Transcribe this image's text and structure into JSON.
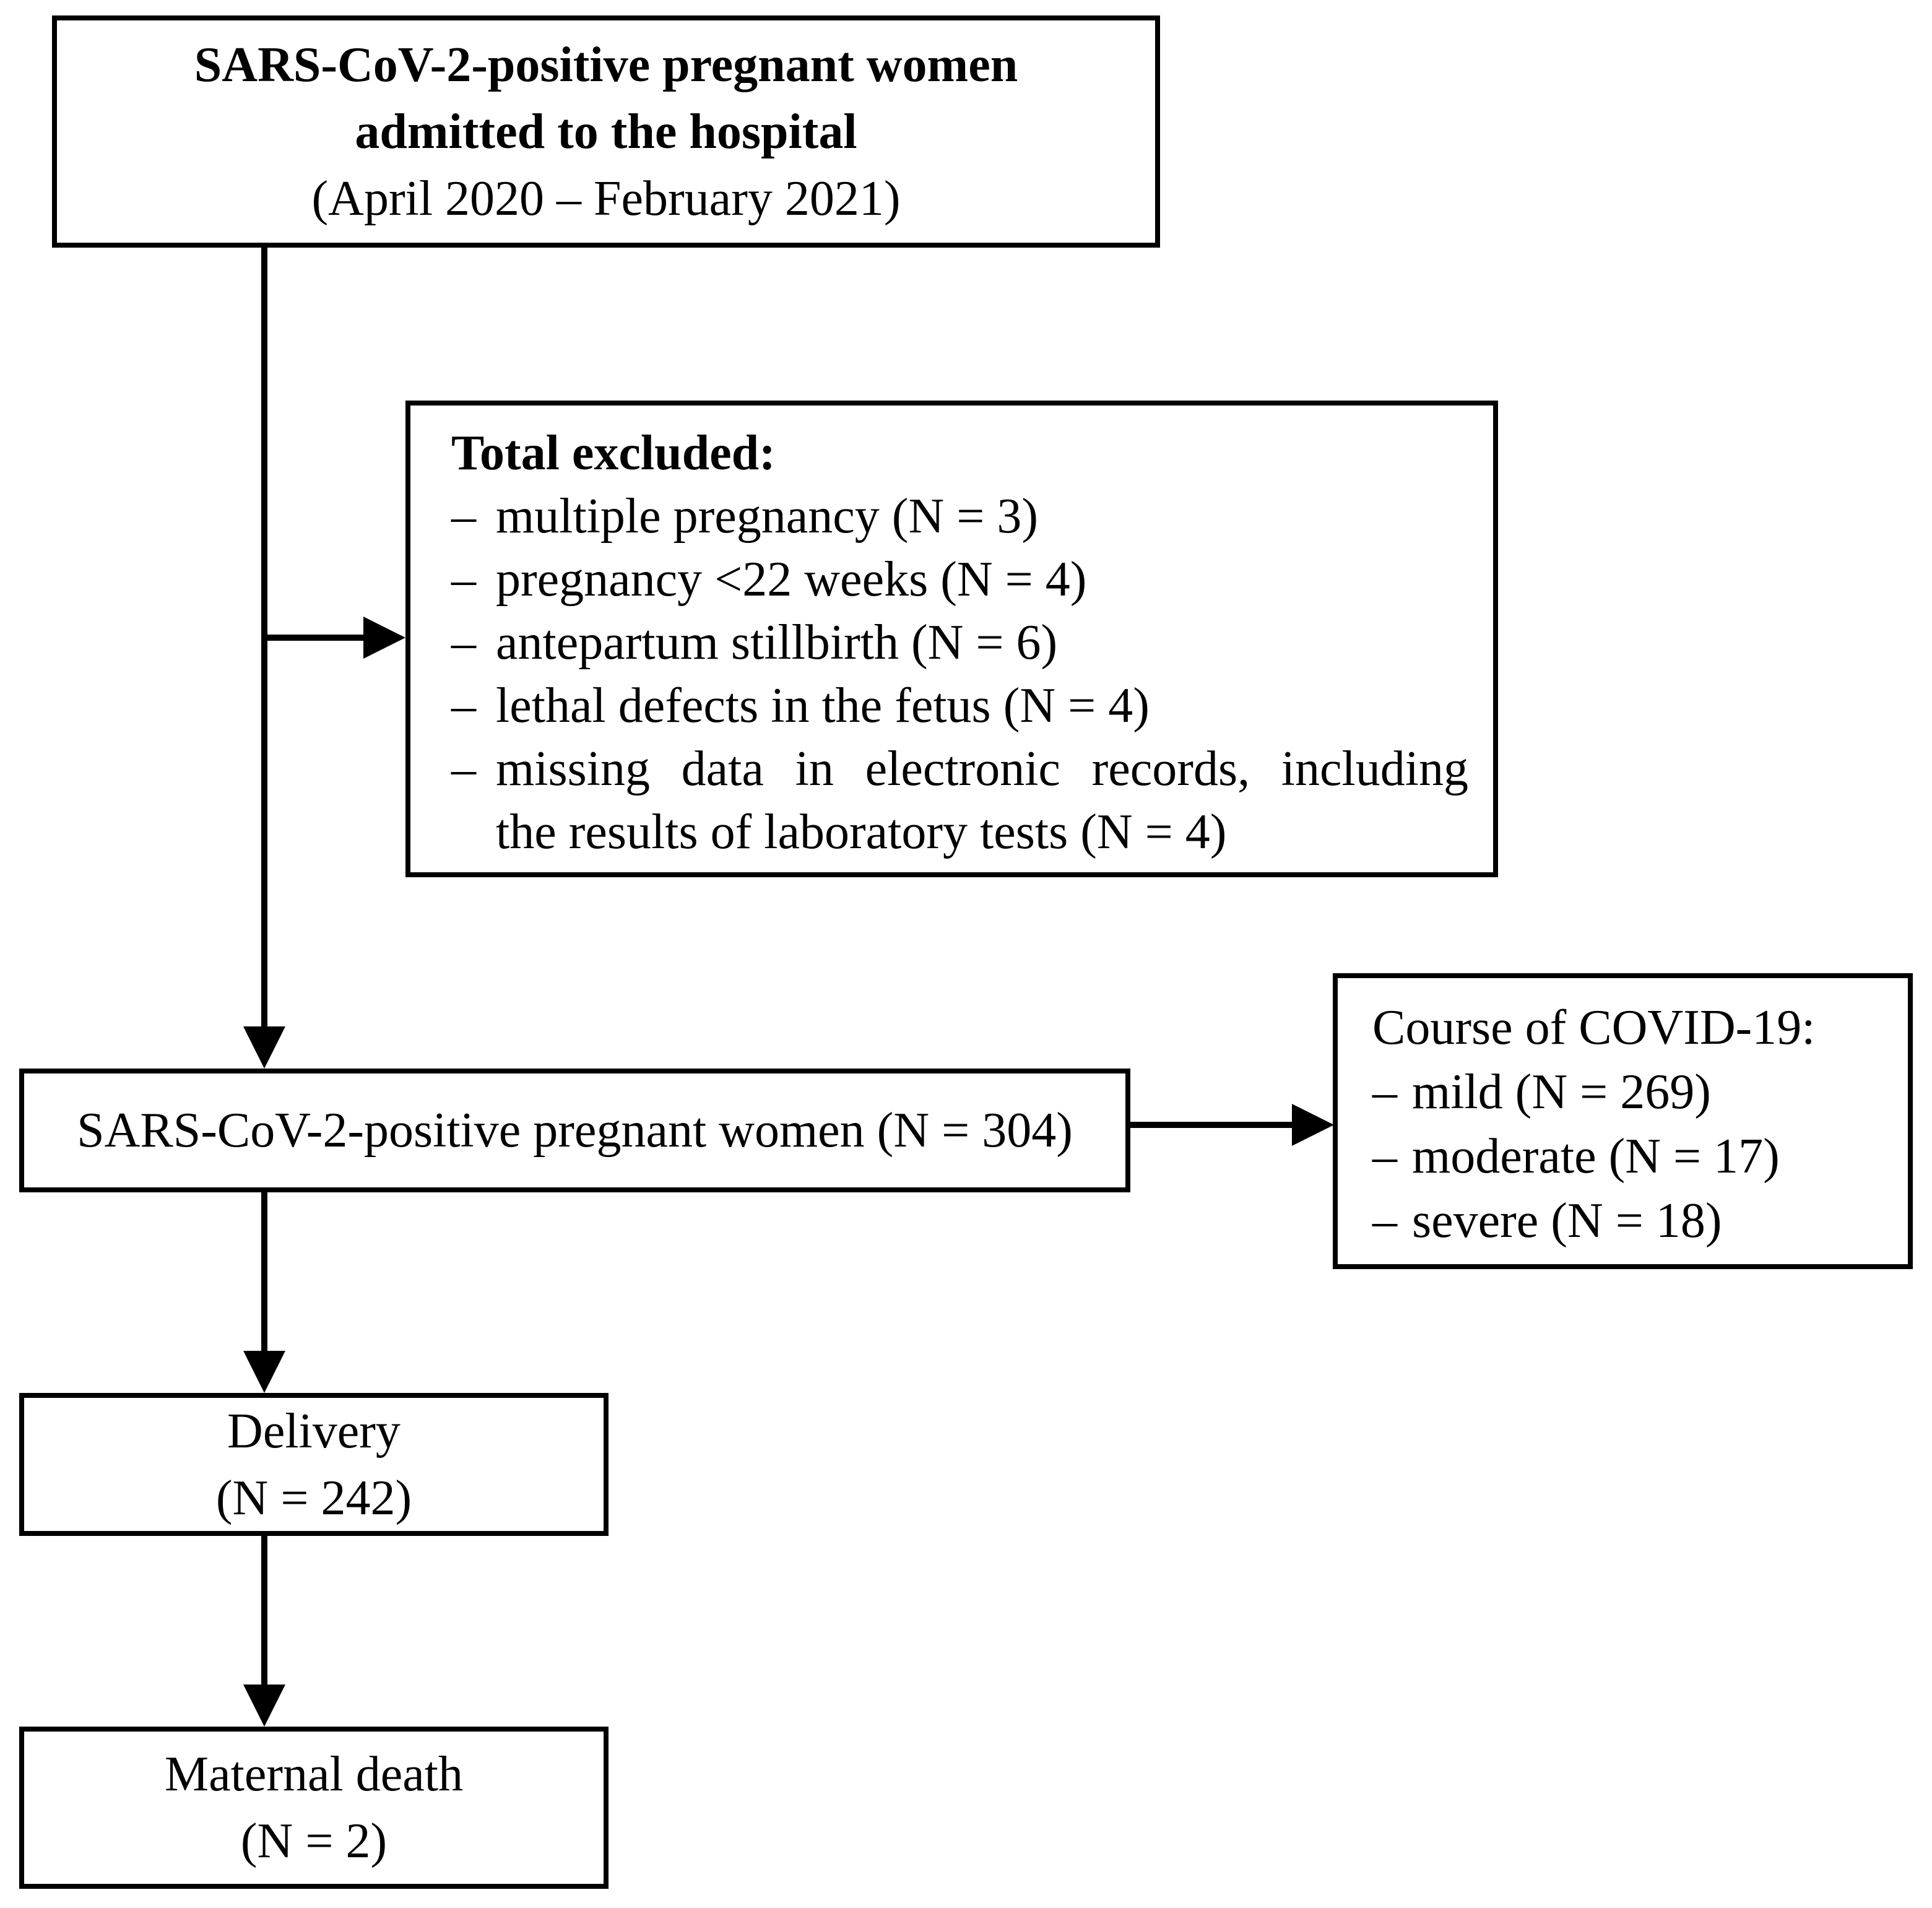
{
  "diagram": {
    "top_box": {
      "line1": "SARS-CoV-2-positive pregnant women",
      "line2": "admitted to the hospital",
      "line3": "(April 2020 – February 2021)"
    },
    "excluded_box": {
      "title": "Total excluded:",
      "bullet": "–",
      "items": [
        "multiple pregnancy (N = 3)",
        "pregnancy <22 weeks (N = 4)",
        "antepartum stillbirth (N = 6)",
        "lethal defects in the fetus (N = 4)"
      ],
      "last_item_line1": "missing data in electronic records, including",
      "last_item_line2": "the results of laboratory tests (N = 4)"
    },
    "cohort_box": {
      "label": "SARS-CoV-2-positive pregnant women (N = 304)"
    },
    "course_box": {
      "title": "Course of COVID-19:",
      "bullet": "–",
      "items": [
        "mild (N = 269)",
        "moderate (N = 17)",
        "severe (N = 18)"
      ]
    },
    "delivery_box": {
      "line1": "Delivery",
      "line2": "(N = 242)"
    },
    "maternal_box": {
      "line1": "Maternal death",
      "line2": "(N = 2)"
    },
    "colors": {
      "line": "#000000",
      "background": "#ffffff",
      "text": "#000000"
    }
  }
}
